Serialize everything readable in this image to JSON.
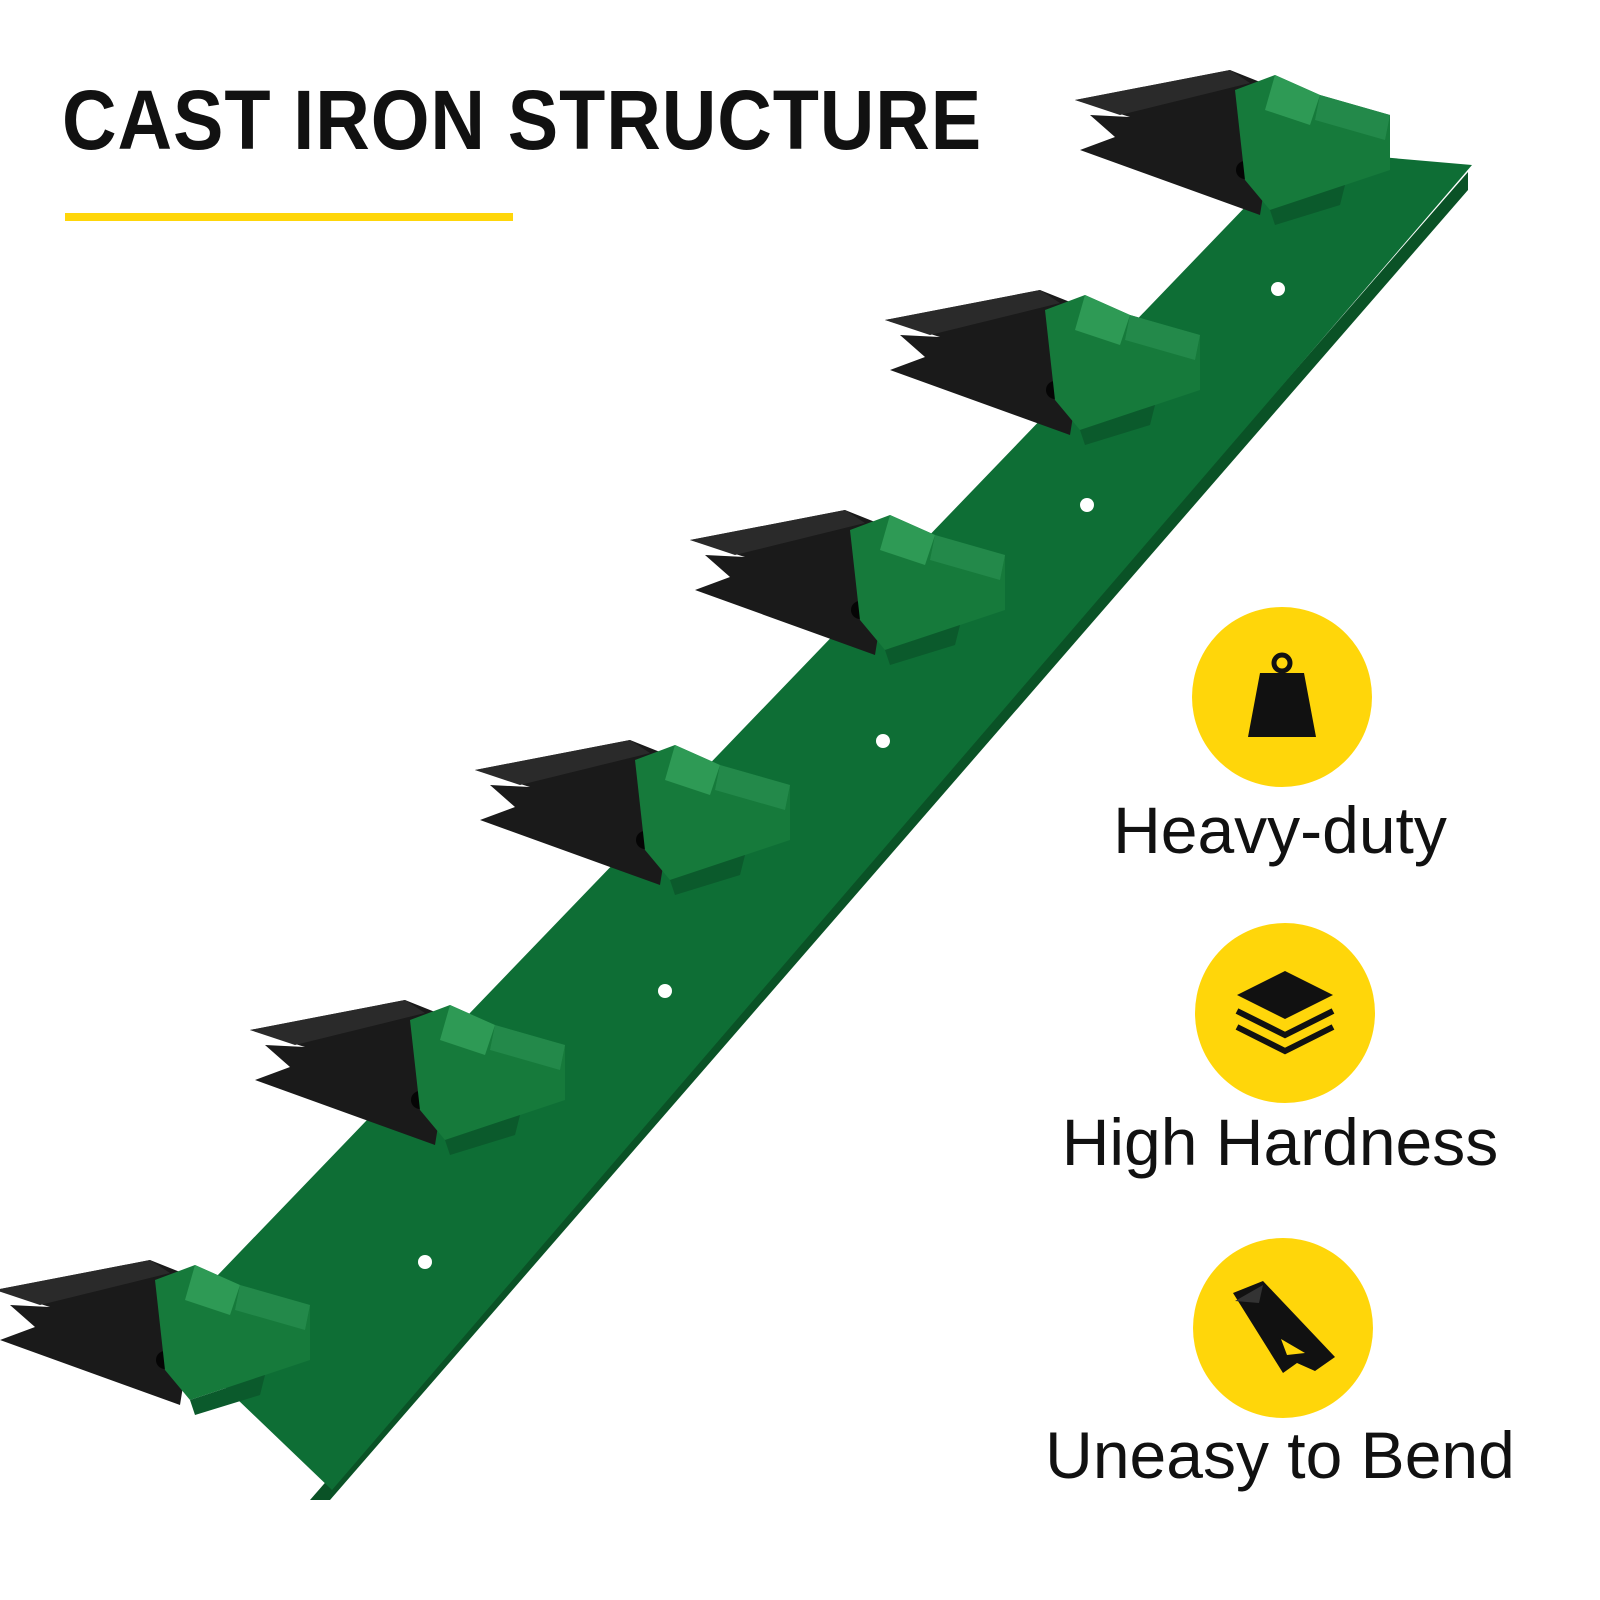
{
  "header": {
    "title": "CAST IRON STRUCTURE",
    "accent_color": "#ffd60a"
  },
  "product": {
    "bar_color": "#0e6e35",
    "tooth_color": "#1a1a1a",
    "adapter_color": "#167a3b"
  },
  "features": [
    {
      "label": "Heavy-duty",
      "icon": "weight-icon"
    },
    {
      "label": "High Hardness",
      "icon": "layers-icon"
    },
    {
      "label": "Uneasy to Bend",
      "icon": "wedge-tooth-icon"
    }
  ]
}
